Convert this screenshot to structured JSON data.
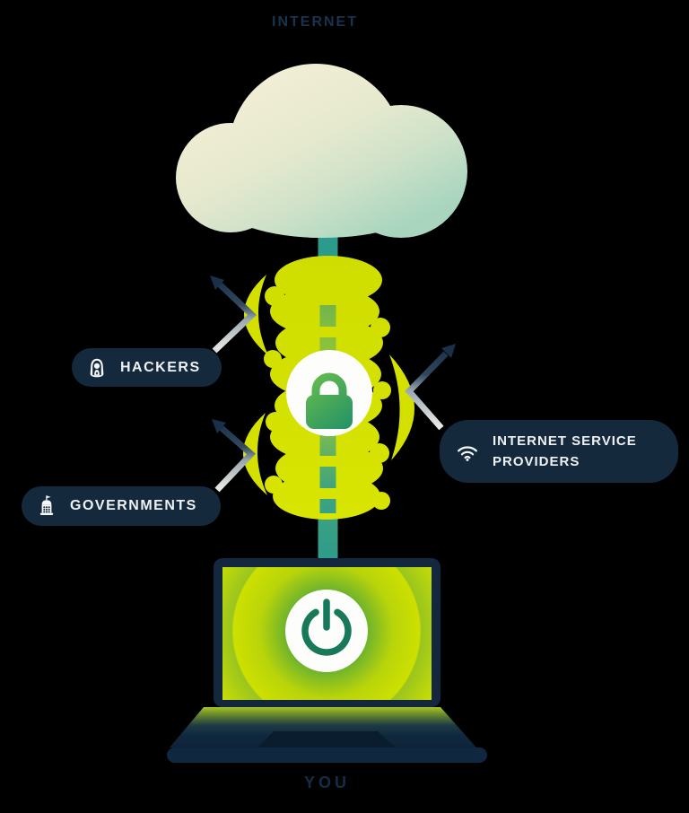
{
  "title": "INTERNET",
  "footer": "YOU",
  "threat_labels": {
    "hackers": {
      "label": "HACKERS",
      "icon": "hooded-hacker-icon"
    },
    "governments": {
      "label": "GOVERNMENTS",
      "icon": "government-building-icon"
    },
    "isp": {
      "line1": "INTERNET SERVICE",
      "line2": "PROVIDERS",
      "icon": "wifi-icon"
    }
  },
  "tunnel": {
    "icon": "padlock-icon"
  },
  "device": {
    "icon": "power-icon"
  },
  "colors": {
    "background": "#000000",
    "navy": "#15293d",
    "tunnel_green": "#d4e100",
    "teal": "#2f9e8e",
    "lock_green_top": "#6fc14a",
    "lock_green_bottom": "#1d8e68",
    "label_text": "#eef1f4"
  }
}
